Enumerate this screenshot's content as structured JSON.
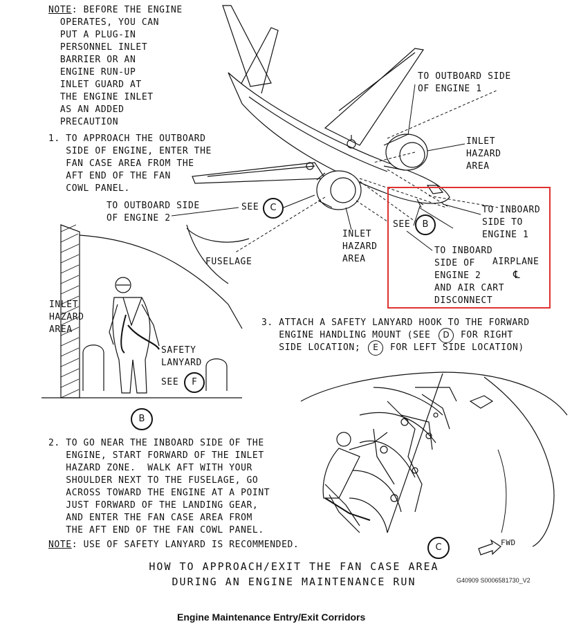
{
  "note_top": {
    "label": "NOTE",
    "lines": ": BEFORE THE ENGINE\n  OPERATES, YOU CAN\n  PUT A PLUG-IN\n  PERSONNEL INLET\n  BARRIER OR AN\n  ENGINE RUN-UP\n  INLET GUARD AT\n  THE ENGINE INLET\n  AS AN ADDED\n  PRECAUTION"
  },
  "step1": "1. TO APPROACH THE OUTBOARD\n   SIDE OF ENGINE, ENTER THE\n   FAN CASE AREA FROM THE\n   AFT END OF THE FAN\n   COWL PANEL.",
  "step2": "2. TO GO NEAR THE INBOARD SIDE OF THE\n   ENGINE, START FORWARD OF THE INLET\n   HAZARD ZONE.  WALK AFT WITH YOUR\n   SHOULDER NEXT TO THE FUSELAGE, GO\n   ACROSS TOWARD THE ENGINE AT A POINT\n   JUST FORWARD OF THE LANDING GEAR,\n   AND ENTER THE FAN CASE AREA FROM\n   THE AFT END OF THE FAN COWL PANEL.",
  "note_bottom": {
    "label": "NOTE",
    "text": ": USE OF SAFETY LANYARD IS RECOMMENDED."
  },
  "step3": {
    "line1": "3. ATTACH A SAFETY LANYARD HOOK TO THE FORWARD",
    "line2a": "   ENGINE HANDLING MOUNT (SEE",
    "line2b": "FOR RIGHT",
    "line3a": "   SIDE LOCATION;",
    "line3b": "FOR LEFT SIDE LOCATION)",
    "callout_d": "D",
    "callout_e": "E"
  },
  "labels": {
    "to_outboard_engine1": "TO OUTBOARD SIDE\nOF ENGINE 1",
    "inlet_hazard_area_right": "INLET\nHAZARD\nAREA",
    "to_outboard_engine2": "TO OUTBOARD SIDE\nOF ENGINE 2",
    "see": "SEE",
    "inlet_hazard_area_mid": "INLET\nHAZARD\nAREA",
    "fuselage": "FUSELAGE",
    "to_inboard_engine1": "TO INBOARD\nSIDE TO\nENGINE 1",
    "to_inboard_engine2": "TO INBOARD\nSIDE OF\nENGINE 2\nAND AIR CART\nDISCONNECT",
    "airplane": "AIRPLANE",
    "centerline": "℄",
    "inlet_hazard_area_left": "INLET\nHAZARD\nAREA",
    "safety_lanyard": "SAFETY\nLANYARD",
    "fwd": "FWD"
  },
  "callouts": {
    "b": "B",
    "c": "C",
    "f": "F"
  },
  "title": "HOW TO APPROACH/EXIT THE FAN CASE AREA\nDURING AN ENGINE MAINTENANCE RUN",
  "figure_id": "G40909 S0006581730_V2",
  "caption": "Engine Maintenance Entry/Exit Corridors",
  "colors": {
    "ink": "#111111",
    "highlight": "#e03030",
    "background": "#ffffff"
  }
}
